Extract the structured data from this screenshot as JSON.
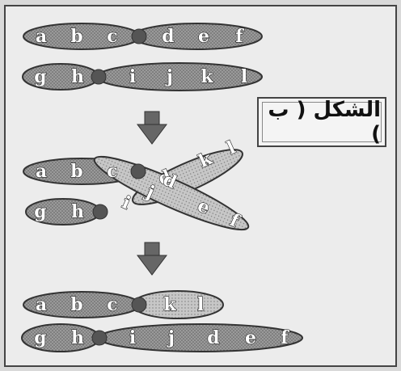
{
  "figure": {
    "label": "الشكل ( ب )"
  },
  "stage1": {
    "chromosome_top_genes": [
      "a",
      "b",
      "c",
      "d",
      "e",
      "f"
    ],
    "chromosome_bottom_genes": [
      "g",
      "h",
      "i",
      "j",
      "k",
      "l"
    ]
  },
  "stage2": {
    "left_top_genes": [
      "a",
      "b",
      "c"
    ],
    "left_bottom_genes": [
      "g",
      "h"
    ],
    "cross_up_genes": [
      "d",
      "k",
      "l"
    ],
    "cross_down_genes": [
      "i",
      "j",
      "d",
      "e",
      "f"
    ]
  },
  "stage3": {
    "chromosome_top_genes": [
      "a",
      "b",
      "c",
      "k",
      "l"
    ],
    "chromosome_bottom_genes": [
      "g",
      "h",
      "i",
      "j",
      "d",
      "e",
      "f"
    ]
  }
}
